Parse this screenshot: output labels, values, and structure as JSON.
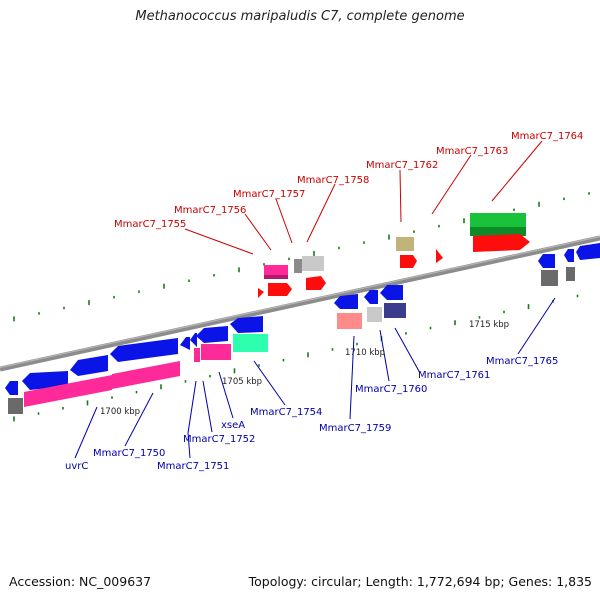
{
  "title": "Methanococcus maripaludis C7, complete genome",
  "footer": {
    "accession": "Accession: NC_009637",
    "summary": "Topology: circular; Length: 1,772,694 bp; Genes: 1,835"
  },
  "colors": {
    "forward_label": "#cc0000",
    "reverse_label": "#0000aa",
    "backbone": "#8c8c8c",
    "tick": "#1a7a1a",
    "cds_blue": "#0a14e6",
    "cds_pink": "#ff2a9a",
    "cds_red": "#ff0d0d",
    "cds_green": "#19c23a",
    "cds_teal": "#2dffaf",
    "cds_gray": "#8a8a8a",
    "cds_light_gray": "#c9c9c9",
    "cds_salmon": "#ff8a8a",
    "cds_olive": "#c2b37a",
    "cds_navy": "#3c3c8c"
  },
  "scale_labels": [
    "1700 kbp",
    "1705 kbp",
    "1710 kbp",
    "1715 kbp"
  ],
  "forward_gene_labels": [
    "MmarC7_1755",
    "MmarC7_1756",
    "MmarC7_1757",
    "MmarC7_1758",
    "MmarC7_1762",
    "MmarC7_1763",
    "MmarC7_1764"
  ],
  "reverse_gene_labels": [
    "uvrC",
    "MmarC7_1750",
    "MmarC7_1751",
    "MmarC7_1752",
    "xseA",
    "MmarC7_1754",
    "MmarC7_1759",
    "MmarC7_1760",
    "MmarC7_1761",
    "MmarC7_1765"
  ]
}
